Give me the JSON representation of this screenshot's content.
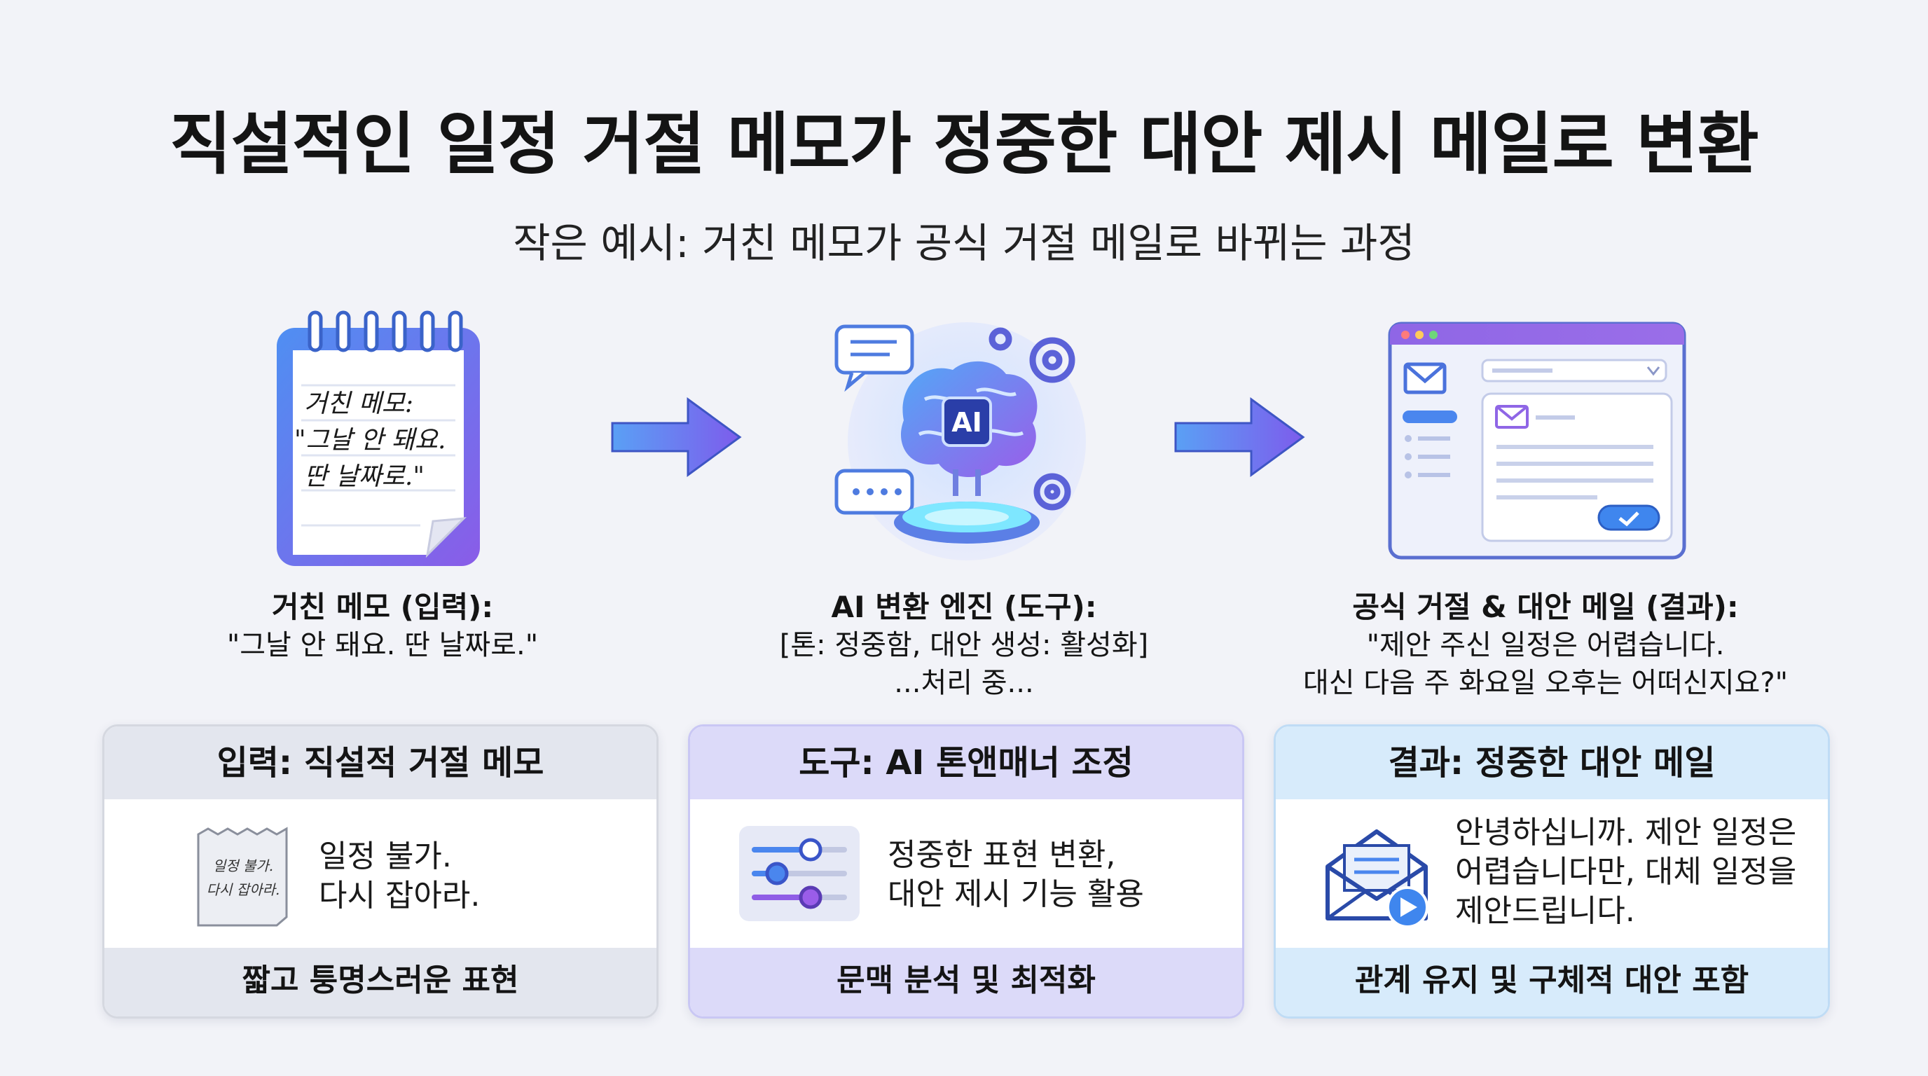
{
  "title": "직설적인 일정 거절 메모가 정중한 대안 제시 메일로 변환",
  "subtitle": "작은 예시: 거친 메모가 공식 거절 메일로 바뀌는 과정",
  "stages": [
    {
      "note_lines": [
        "거친 메모:",
        "\"그날 안 돼요.",
        "딴 날짜로.\""
      ],
      "caption_title": "거친 메모 (입력):",
      "caption_lines": [
        "\"그날 안 돼요. 딴 날짜로.\""
      ]
    },
    {
      "chip_label": "AI",
      "caption_title": "AI 변환 엔진 (도구):",
      "caption_lines": [
        "[톤: 정중함, 대안 생성: 활성화]",
        "...처리 중..."
      ]
    },
    {
      "caption_title": "공식 거절 & 대안 메일 (결과):",
      "caption_lines": [
        "\"제안 주신 일정은 어렵습니다.",
        "대신 다음 주 화요일 오후는 어떠신지요?\""
      ]
    }
  ],
  "panels": [
    {
      "header": "입력: 직설적 거절 메모",
      "sticky_lines": [
        "일정 불가.",
        "다시 잡아라."
      ],
      "body_lines": [
        "일정 불가.",
        "다시 잡아라."
      ],
      "footer": "짧고 퉁명스러운 표현"
    },
    {
      "header": "도구: AI 톤앤매너 조정",
      "body_lines": [
        "정중한 표현 변환,",
        "대안 제시 기능 활용"
      ],
      "footer": "문맥 분석 및 최적화"
    },
    {
      "header": "결과: 정중한 대안 메일",
      "body_lines": [
        "안녕하십니까. 제안 일정은",
        "어렵습니다만, 대체 일정을",
        "제안드립니다."
      ],
      "footer": "관계 유지 및 구체적 대안 포함"
    }
  ],
  "colors": {
    "accent_purple": "#7b5ce6",
    "accent_blue": "#4a8ff0",
    "arrow_start": "#5aa0f5",
    "arrow_end": "#7d5cec"
  }
}
